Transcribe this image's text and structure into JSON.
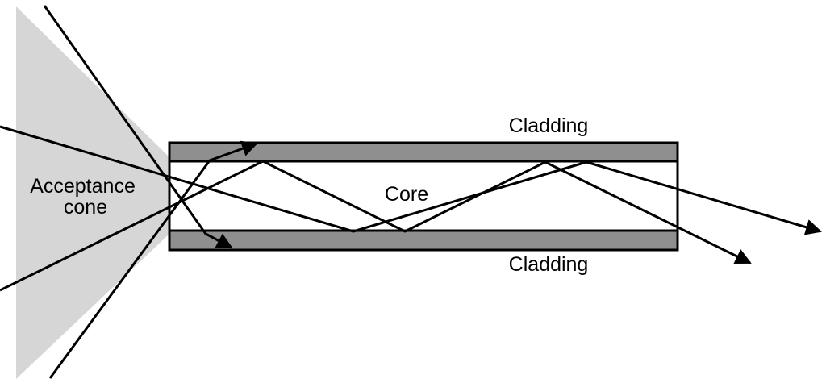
{
  "labels": {
    "acceptance_line1": "Acceptance",
    "acceptance_line2": "cone",
    "core": "Core",
    "cladding_top": "Cladding",
    "cladding_bottom": "Cladding"
  },
  "colors": {
    "cone": "#d6d6d6",
    "cladding": "#8f8f8f",
    "core": "#ffffff",
    "lines": "#000000"
  }
}
